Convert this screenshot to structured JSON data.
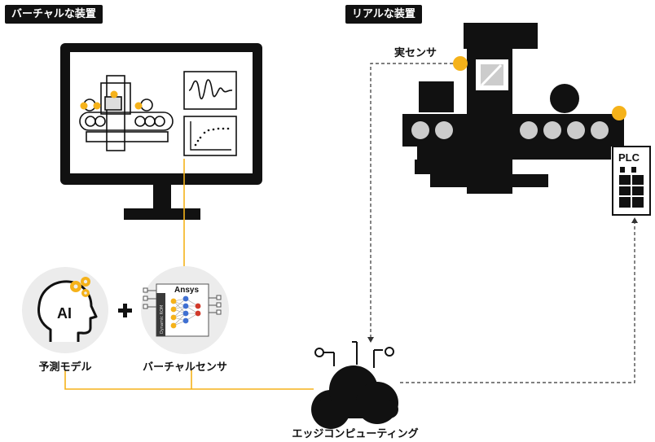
{
  "sections": {
    "virtual_title": "バーチャルな装置",
    "real_title": "リアルな装置"
  },
  "labels": {
    "real_sensor": "実センサ",
    "predictive_model": "予測モデル",
    "virtual_sensor": "バーチャルセンサ",
    "edge_computing": "エッジコンピューティング",
    "ai": "AI",
    "plc": "PLC",
    "ansys": "Ansys",
    "dynamic_rom": "Dynamic ROM",
    "plus": "+"
  },
  "colors": {
    "accent": "#f5b21a",
    "ink": "#111111",
    "circle_bg": "#ececec",
    "screen_bg": "#ffffff"
  },
  "icons": [
    "monitor-icon",
    "machine-icon",
    "ai-head-icon",
    "gear-icon",
    "neural-network-icon",
    "cloud-icon",
    "plc-icon"
  ]
}
